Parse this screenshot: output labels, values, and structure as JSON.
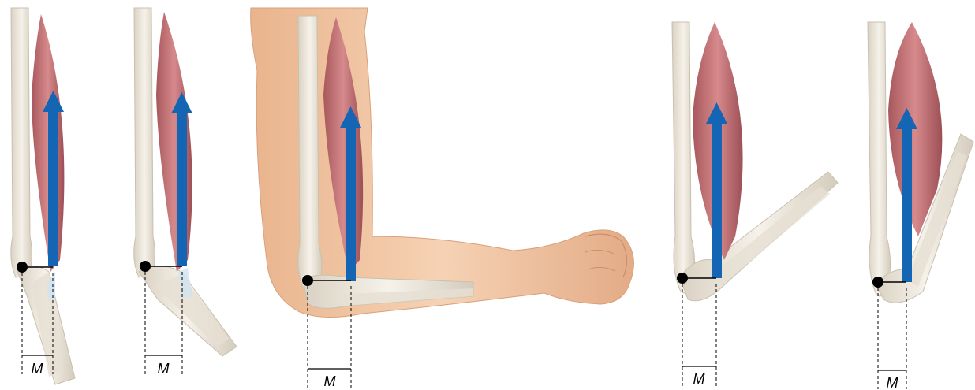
{
  "panels": [
    {
      "label": "M"
    },
    {
      "label": "M"
    },
    {
      "label": "M"
    },
    {
      "label": "M"
    },
    {
      "label": "M"
    }
  ],
  "colors": {
    "arrow": "#1565b5",
    "muscle": "#c47478",
    "bone": "#ece6da",
    "skin": "#f2c9a6",
    "guide": "#000000"
  },
  "icons": {
    "force_arrow": "up-arrow-icon",
    "pivot": "pivot-dot-icon"
  }
}
